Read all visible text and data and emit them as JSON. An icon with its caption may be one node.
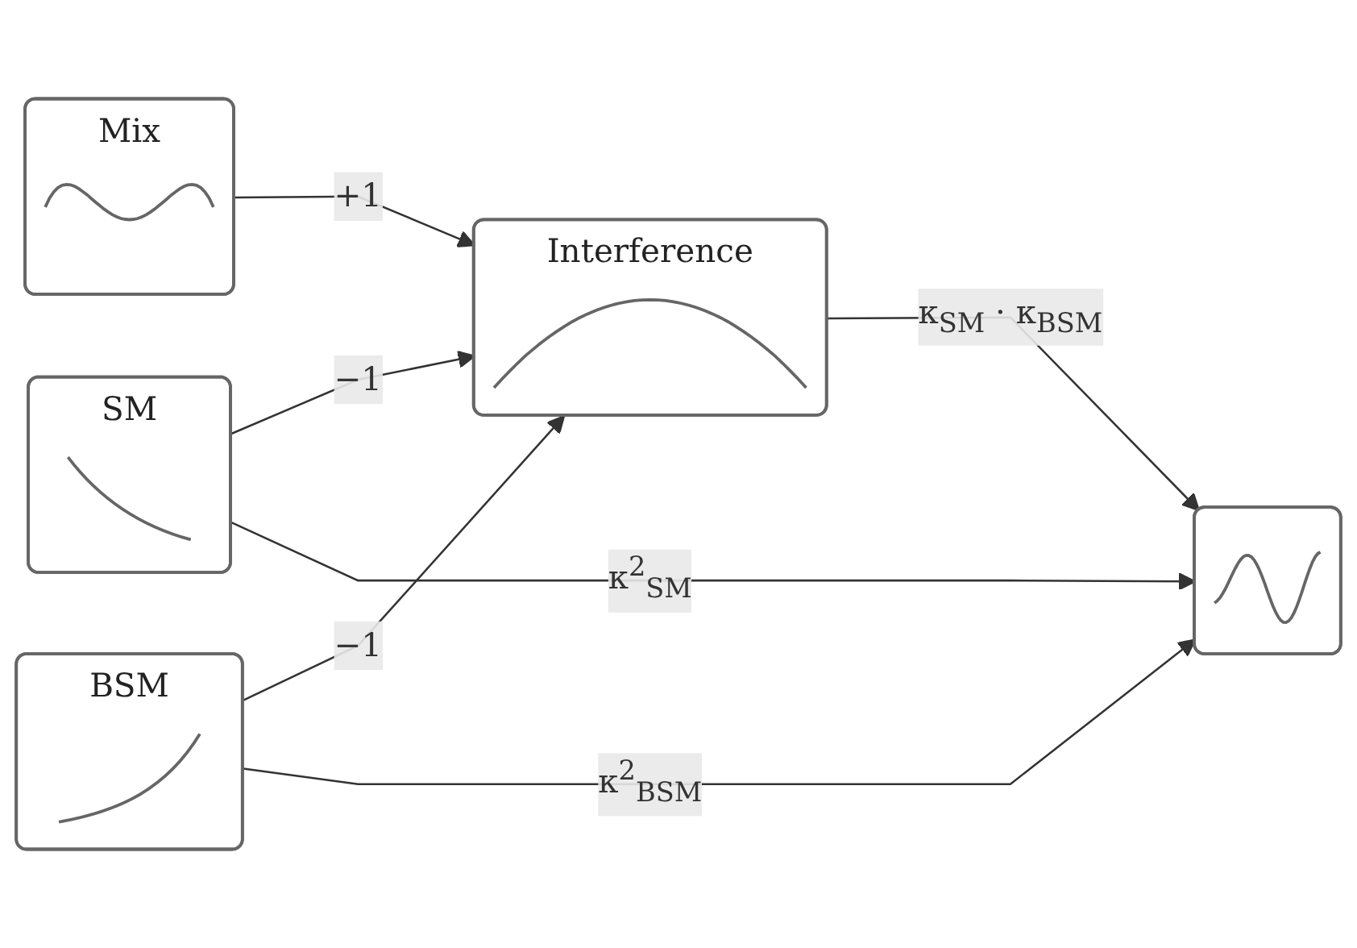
{
  "diagram": {
    "nodes": [
      {
        "text": [
          "SM"
        ]
      },
      {
        "text": [
          "Mix"
        ]
      },
      {
        "text": [
          "BSM"
        ]
      },
      {
        "text": [
          "Interference"
        ]
      },
      {
        "text": [],
        "shape": "picture"
      }
    ],
    "edges": [
      {
        "from": 0,
        "to": 3,
        "arrow": "to",
        "label": "−1"
      },
      {
        "from": 1,
        "to": 3,
        "arrow": "to",
        "label": "+1"
      },
      {
        "from": 2,
        "to": 3,
        "arrow": "to",
        "label": "−1"
      },
      {
        "from": 3,
        "to": 4,
        "arrow": "to",
        "label": "κ$_{SM}$ · κ$_{BSM}$"
      },
      {
        "from": 0,
        "to": 4,
        "arrow": "to",
        "label": "κ$^{2}$$_{SM}$"
      },
      {
        "from": 2,
        "to": 4,
        "arrow": "to",
        "label": "κ$^{2}$$_{BSM}$"
      }
    ]
  }
}
